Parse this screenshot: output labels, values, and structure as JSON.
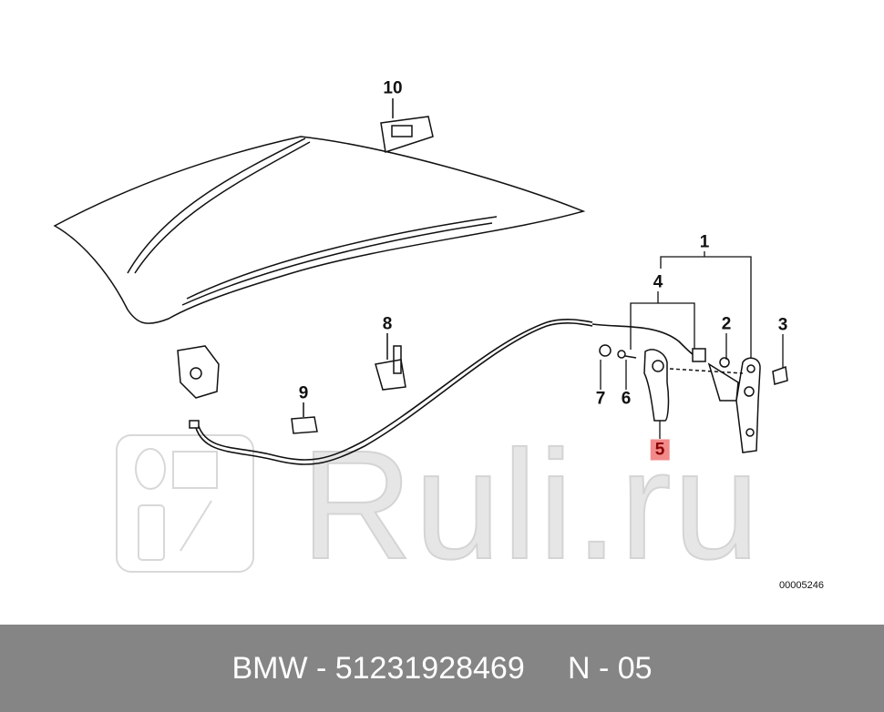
{
  "diagram": {
    "callouts": [
      "10",
      "8",
      "9",
      "1",
      "4",
      "2",
      "3",
      "7",
      "6",
      "5"
    ],
    "highlighted_callout": "5",
    "highlight_color": "#f28a8a",
    "diagram_code": "00005246"
  },
  "watermark": "Ruli.ru",
  "footer": {
    "brand": "BMW",
    "part_number": "51231928469",
    "position": "N - 05",
    "text": "BMW - 51231928469     N - 05",
    "background": "#858585"
  }
}
